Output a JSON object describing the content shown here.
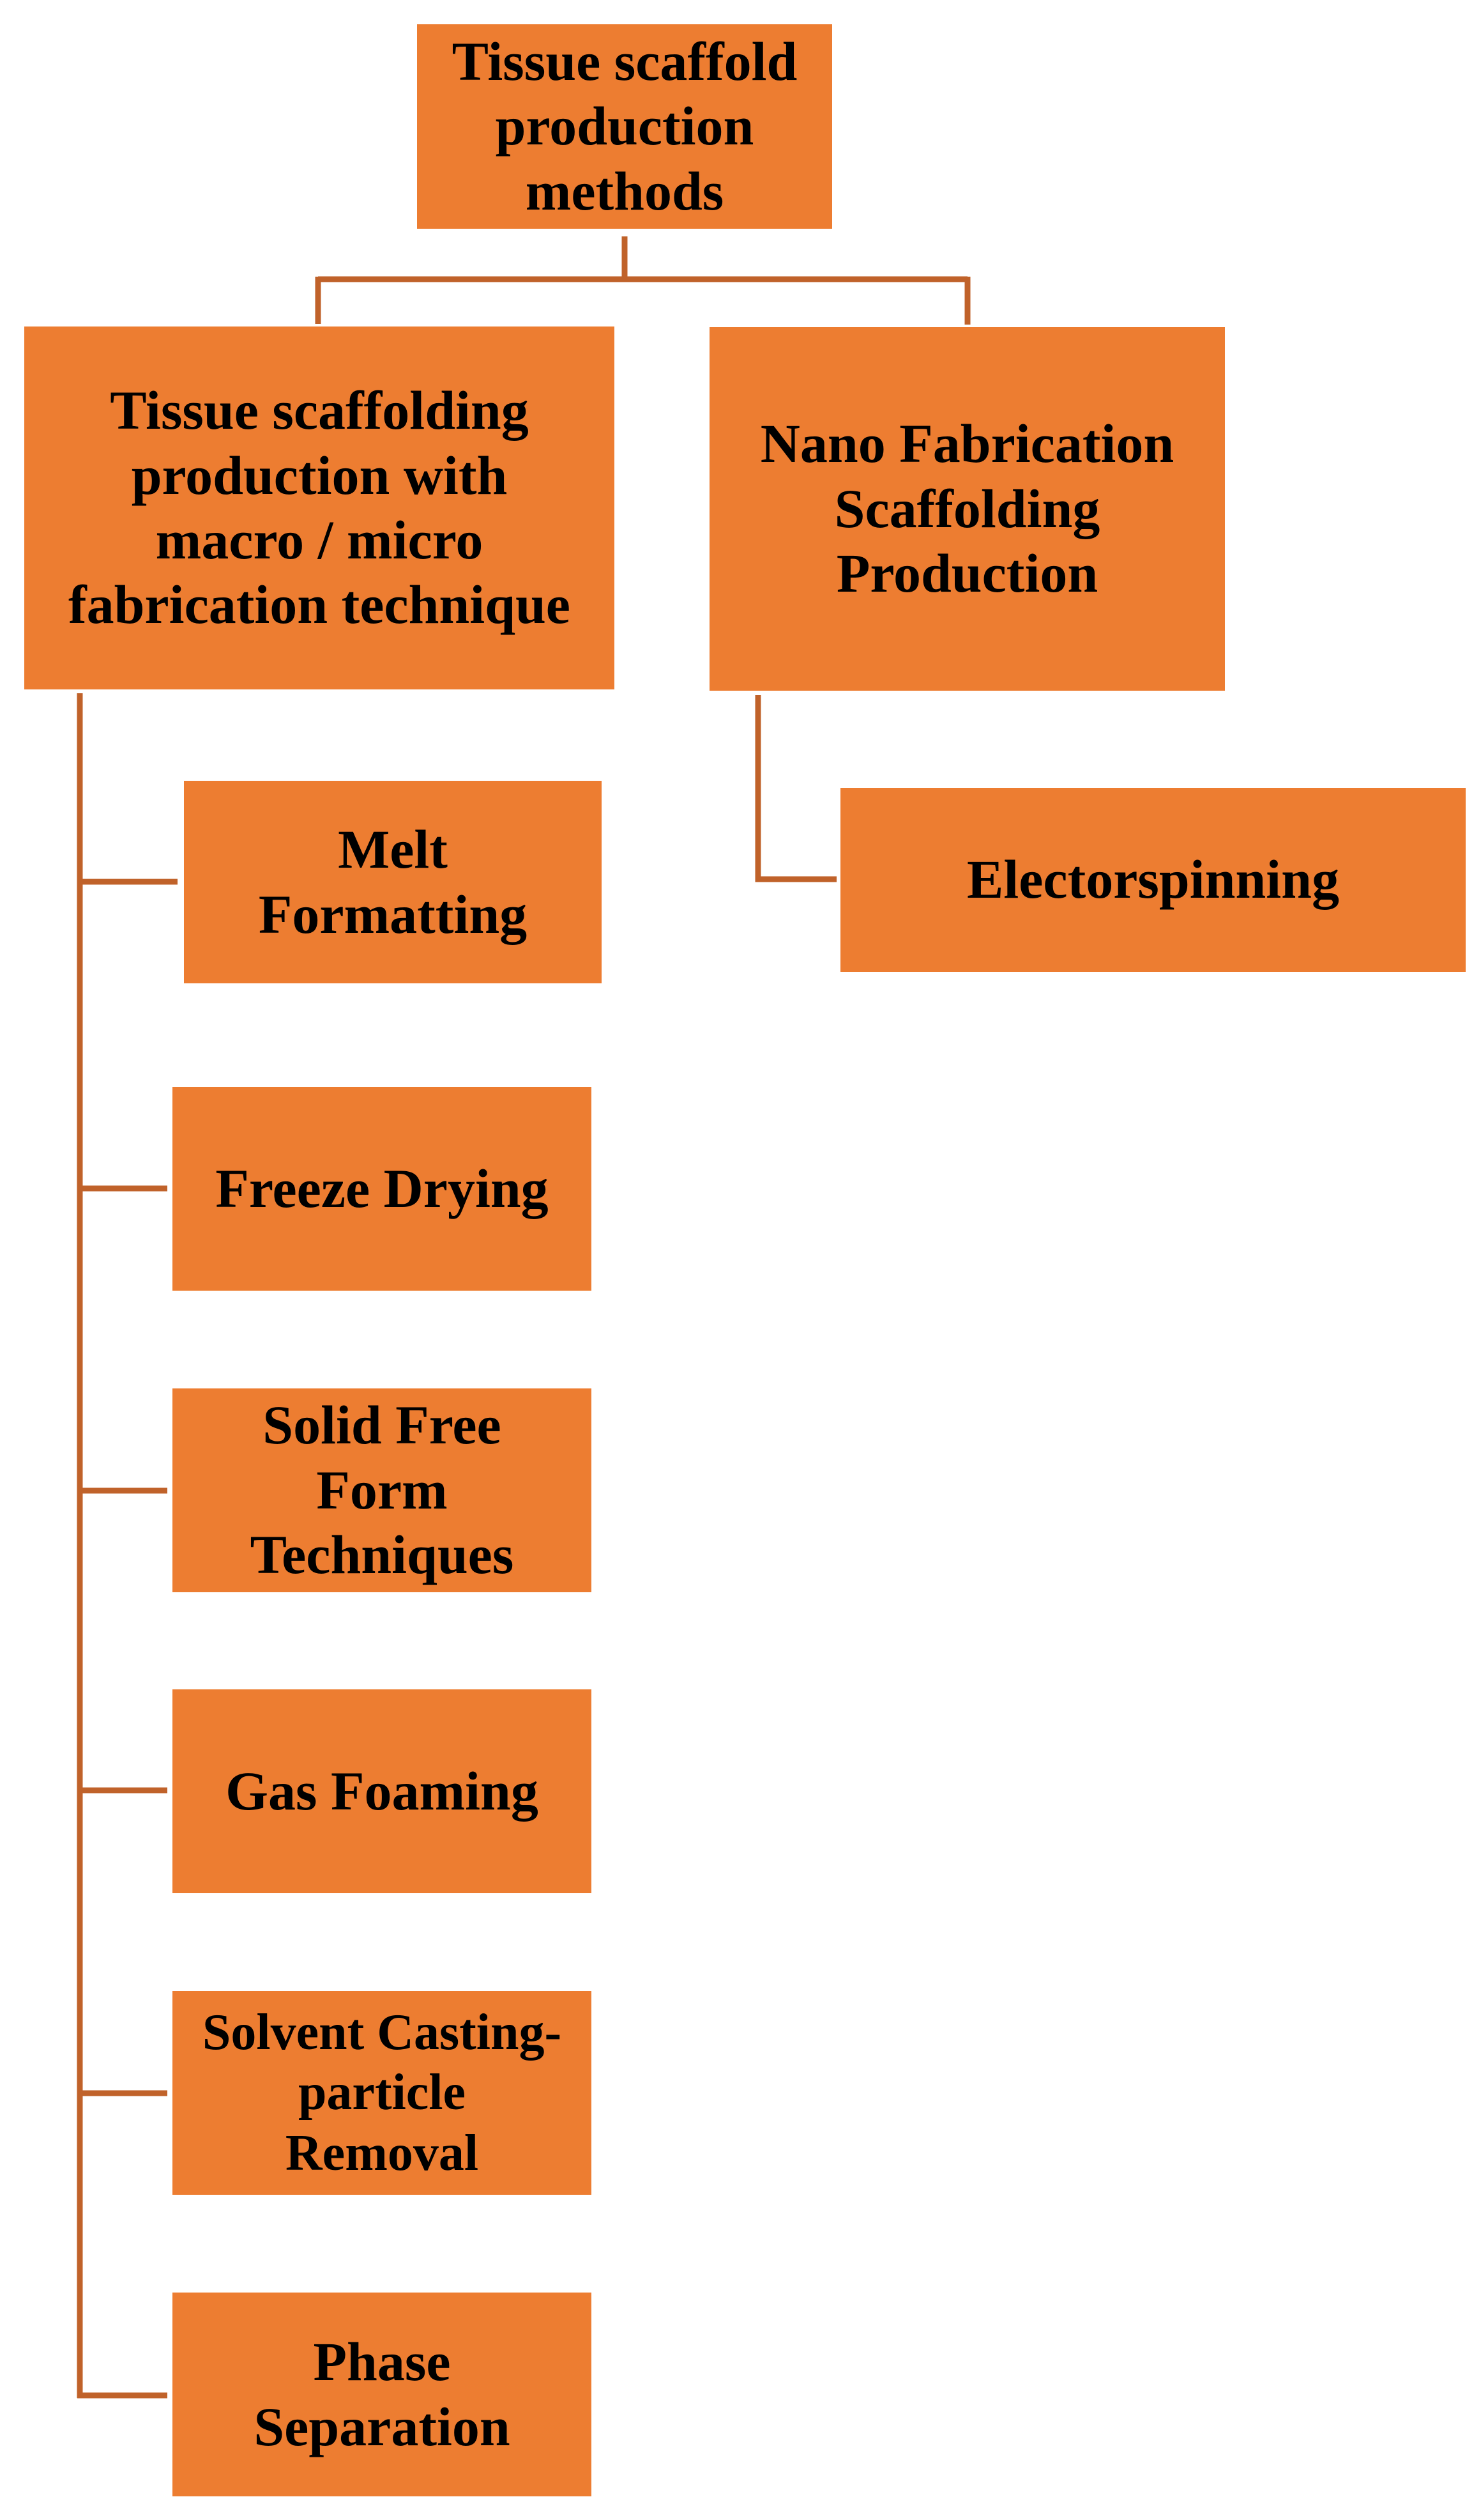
{
  "colors": {
    "box_fill": "#ed7d31",
    "connector": "#c0622a",
    "text": "#000000"
  },
  "root": {
    "label": "Tissue scaffold\nproduction\nmethods"
  },
  "branches": [
    {
      "label": "Tissue scaffolding\nproduction with\nmacro / micro\nfabrication technique",
      "children": [
        {
          "label": "Melt\nFormatting"
        },
        {
          "label": "Freeze Drying"
        },
        {
          "label": "Solid Free\nForm\nTechniques"
        },
        {
          "label": "Gas Foaming"
        },
        {
          "label": "Solvent Casting-\nparticle\nRemoval"
        },
        {
          "label": "Phase\nSeparation"
        }
      ]
    },
    {
      "label": "Nano Fabrication\nScaffolding\nProduction",
      "children": [
        {
          "label": "Electorspinning"
        }
      ]
    }
  ]
}
